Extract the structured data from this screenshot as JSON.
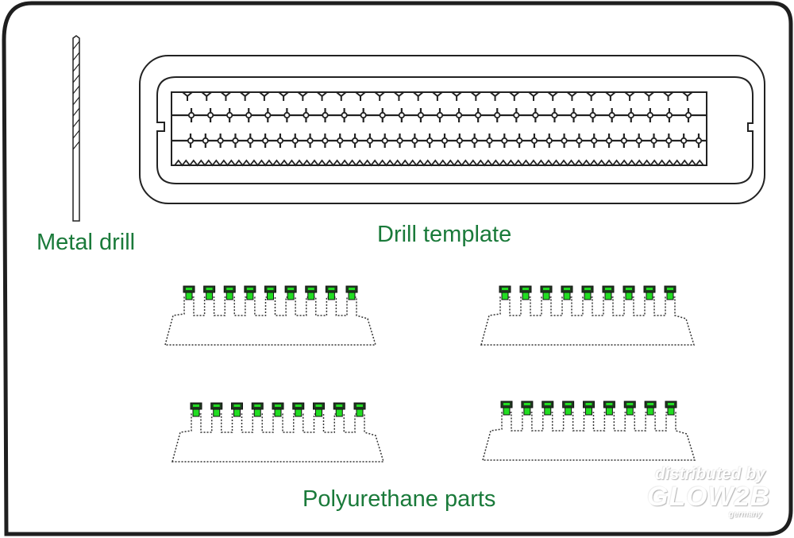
{
  "labels": {
    "metal_drill": "Metal drill",
    "drill_template": "Drill template",
    "polyurethane_parts": "Polyurethane parts"
  },
  "watermark": {
    "line1": "distributed by",
    "line2": "GLOW2B",
    "line3": "germany"
  },
  "colors": {
    "label_green": "#1a7a3a",
    "pin_green": "#22dd22",
    "outline": "#222222"
  },
  "drill_template": {
    "top_row_notches": 27,
    "row2_pins": 27,
    "row3_pins": 35,
    "bottom_teeth": 70
  },
  "polyurethane_parts": [
    {
      "name": "part-top-left",
      "pins": 9
    },
    {
      "name": "part-top-right",
      "pins": 9
    },
    {
      "name": "part-bottom-left",
      "pins": 9
    },
    {
      "name": "part-bottom-right",
      "pins": 9
    }
  ]
}
